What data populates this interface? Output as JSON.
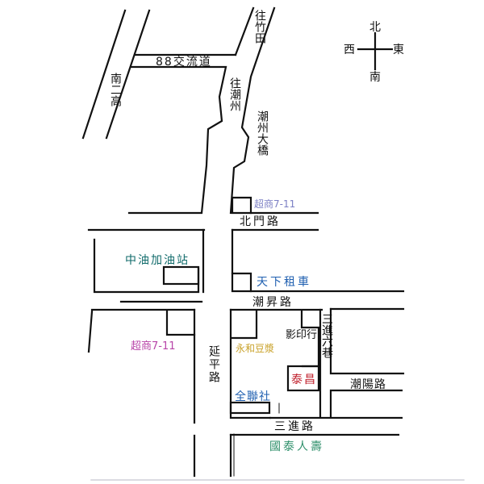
{
  "compass": {
    "north": "北",
    "south": "南",
    "west": "西",
    "east": "東"
  },
  "roads": {
    "nan_er_gao": "南二高",
    "exchange_88": "88交流道",
    "to_zhutian": "往竹田",
    "to_chaozhou": "往潮州",
    "chaozhou_bridge": "潮州大橋",
    "beimen_road": "北門路",
    "chaosheng_road": "潮昇路",
    "yanping_road": "延平路",
    "sanjin_road": "三進路",
    "sanjin_lane6": "三進六巷",
    "chaoyang_road": "潮陽路"
  },
  "places": {
    "store_711_north": "超商7-11",
    "cpc_gas_station": "中油加油站",
    "tianxia_car_rental": "天下租車",
    "store_711_west": "超商7-11",
    "printing_shop": "影印行",
    "yonghe_soymilk": "永和豆漿",
    "taichang": "泰昌",
    "pxmart": "全聯社",
    "cathay_life": "國泰人壽"
  },
  "colors": {
    "store_711_north": "#7b7fc4",
    "cpc_gas_station": "#0f6a6a",
    "tianxia_car_rental": "#1f5fb0",
    "store_711_west": "#b845a8",
    "yonghe_soymilk": "#c9a22a",
    "taichang": "#c0202c",
    "pxmart": "#1f5fb0",
    "cathay_life": "#2e8f6a"
  }
}
